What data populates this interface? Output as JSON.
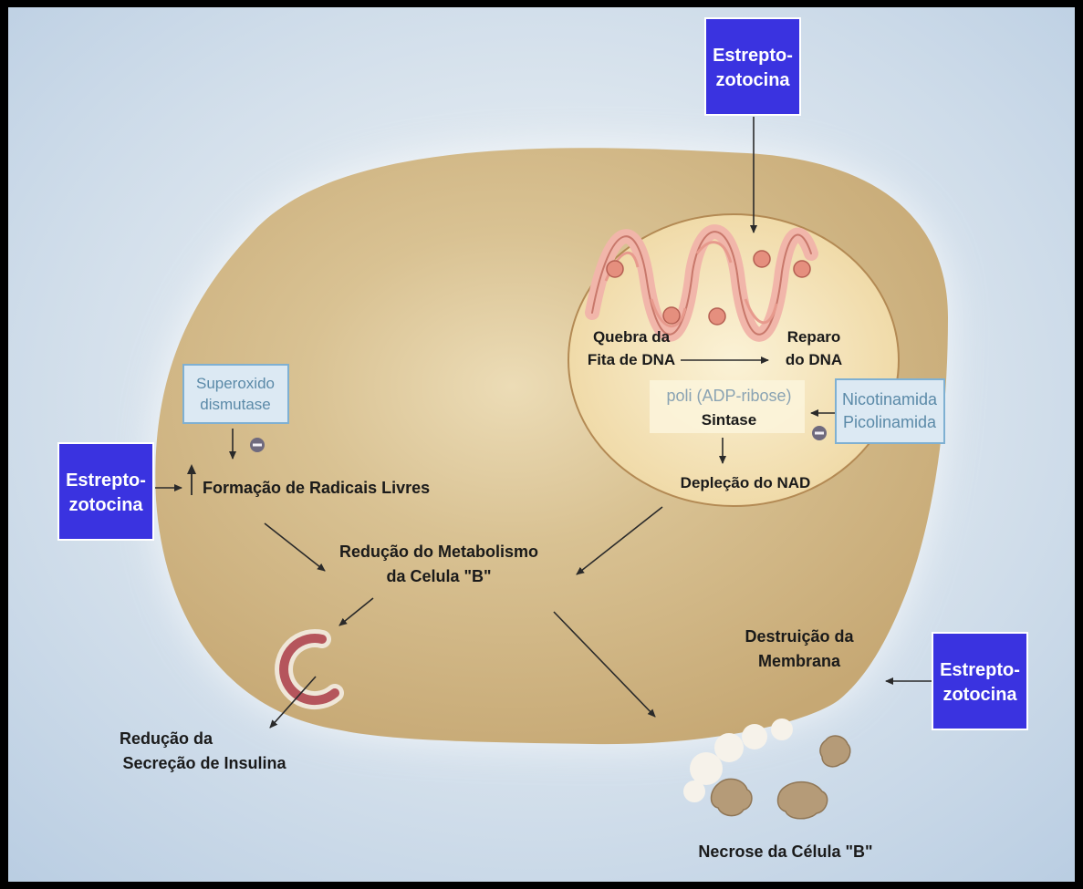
{
  "colors": {
    "background": "#b9cde2",
    "cell": "#c9ac7a",
    "nucleus": "#f1dcaa",
    "drug_box": "#3a33e0",
    "inhibitor_box": "#dce9f3",
    "inhibitor_border": "#7fb0d2",
    "inhibit_symbol": "#6f6a7e"
  },
  "drug": {
    "top": {
      "line1": "Estrepto-",
      "line2": "zotocina"
    },
    "left": {
      "line1": "Estrepto-",
      "line2": "zotocina"
    },
    "right": {
      "line1": "Estrepto-",
      "line2": "zotocina"
    }
  },
  "nucleus": {
    "strand_break": {
      "line1": "Quebra da",
      "line2": "Fita de DNA"
    },
    "dna_repair": {
      "line1": "Reparo",
      "line2": "do DNA"
    },
    "enzyme": {
      "line1": "poli (ADP-ribose)",
      "line2": "Sintase"
    },
    "inhibitor": {
      "line1": "Nicotinamida",
      "line2": "Picolinamida"
    },
    "nad_depletion": "Depleção do NAD"
  },
  "cytoplasm": {
    "sod": {
      "line1": "Superoxido",
      "line2": "dismutase"
    },
    "free_radicals": "Formação de Radicais Livres",
    "metabolism": {
      "line1": "Redução do Metabolismo",
      "line2": "da Celula \"B\""
    },
    "membrane": {
      "line1": "Destruição da",
      "line2": "Membrana"
    }
  },
  "outside": {
    "insulin": {
      "line1": "Redução da",
      "line2": "Secreção de Insulina"
    },
    "necrosis": "Necrose da Célula \"B\""
  },
  "icons": {
    "inhibit": "minus-circle-icon",
    "increase": "up-arrow-icon",
    "dna": "dna-helix-icon",
    "vesicle": "secretory-vesicle-icon",
    "debris": "necrotic-debris-icon"
  }
}
